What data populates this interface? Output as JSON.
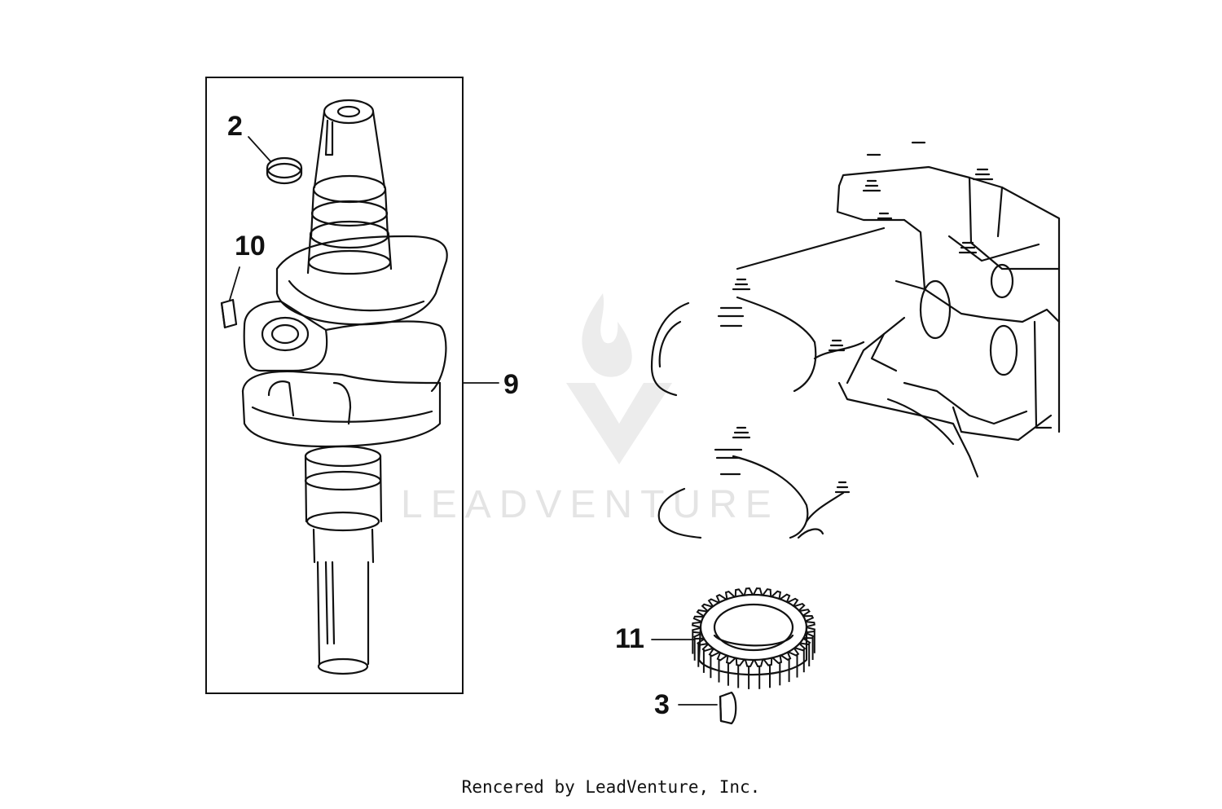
{
  "watermark": {
    "text": "LEADVENTURE"
  },
  "callouts": {
    "c2": "2",
    "c10": "10",
    "c9": "9",
    "c11": "11",
    "c3": "3"
  },
  "footer": {
    "text": "Rencered by LeadVenture, Inc."
  }
}
